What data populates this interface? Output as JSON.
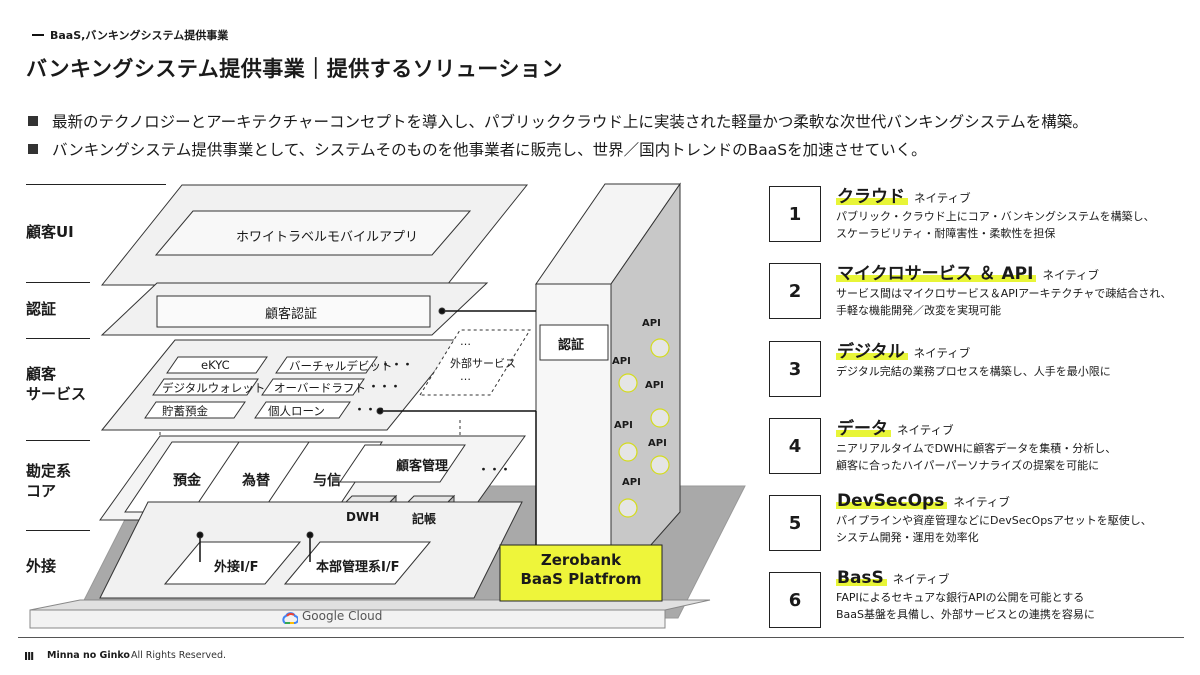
{
  "header": {
    "breadcrumb": "BaaS,バンキングシステム提供事業",
    "title": "バンキングシステム提供事業｜提供するソリューション"
  },
  "bullets": [
    "最新のテクノロジーとアーキテクチャーコンセプトを導入し、パブリッククラウド上に実装された軽量かつ柔軟な次世代バンキングシステムを構築。",
    "バンキングシステム提供事業として、システムそのものを他事業者に販売し、世界／国内トレンドのBaaSを加速させていく。"
  ],
  "diagram": {
    "layers": [
      "顧客UI",
      "認証",
      "顧客\nサービス",
      "勘定系\nコア",
      "外接"
    ],
    "ui_app": "ホワイトラベルモバイルアプリ",
    "auth_box": "顧客認証",
    "services": [
      "eKYC",
      "バーチャルデビット",
      "デジタルウォレット",
      "オーバードラフト",
      "貯蓄預金",
      "個人ローン"
    ],
    "ellipsis": "・・・",
    "external_services": "外部サービス",
    "external_ellipsis": "…",
    "core": [
      "預金",
      "為替",
      "与信",
      "顧客管理"
    ],
    "dwh": "DWH",
    "ledger": "記帳",
    "interfaces": [
      "外接I/F",
      "本部管理系I/F"
    ],
    "side_auth": "認証",
    "api_label": "API",
    "platform": "Zerobank\nBaaS Platfrom",
    "cloud": "Google Cloud",
    "accent": "#eef53a"
  },
  "solutions": [
    {
      "num": "1",
      "title": "クラウド",
      "suffix": "ネイティブ",
      "desc": [
        "パブリック・クラウド上にコア・バンキングシステムを構築し、",
        "スケーラビリティ・耐障害性・柔軟性を担保"
      ]
    },
    {
      "num": "2",
      "title": "マイクロサービス ＆ API",
      "suffix": "ネイティブ",
      "desc": [
        "サービス間はマイクロサービス＆APIアーキテクチャで疎結合され、",
        "手軽な機能開発／改変を実現可能"
      ]
    },
    {
      "num": "3",
      "title": "デジタル",
      "suffix": "ネイティブ",
      "desc": [
        "デジタル完結の業務プロセスを構築し、人手を最小限に"
      ]
    },
    {
      "num": "4",
      "title": "データ",
      "suffix": "ネイティブ",
      "desc": [
        "ニアリアルタイムでDWHに顧客データを集積・分析し、",
        "顧客に合ったハイパーパーソナライズの提案を可能に"
      ]
    },
    {
      "num": "5",
      "title": "DevSecOps",
      "suffix": "ネイティブ",
      "desc": [
        "パイプラインや資産管理などにDevSecOpsアセットを駆使し、",
        "システム開発・運用を効率化"
      ]
    },
    {
      "num": "6",
      "title": "BasS",
      "suffix": "ネイティブ",
      "desc": [
        "FAPIによるセキュアな銀行APIの公開を可能とする",
        "BaaS基盤を具備し、外部サービスとの連携を容易に"
      ]
    }
  ],
  "footer": {
    "logo": "III",
    "name": "Minna no Ginko",
    "copyright": "All Rights Reserved."
  }
}
